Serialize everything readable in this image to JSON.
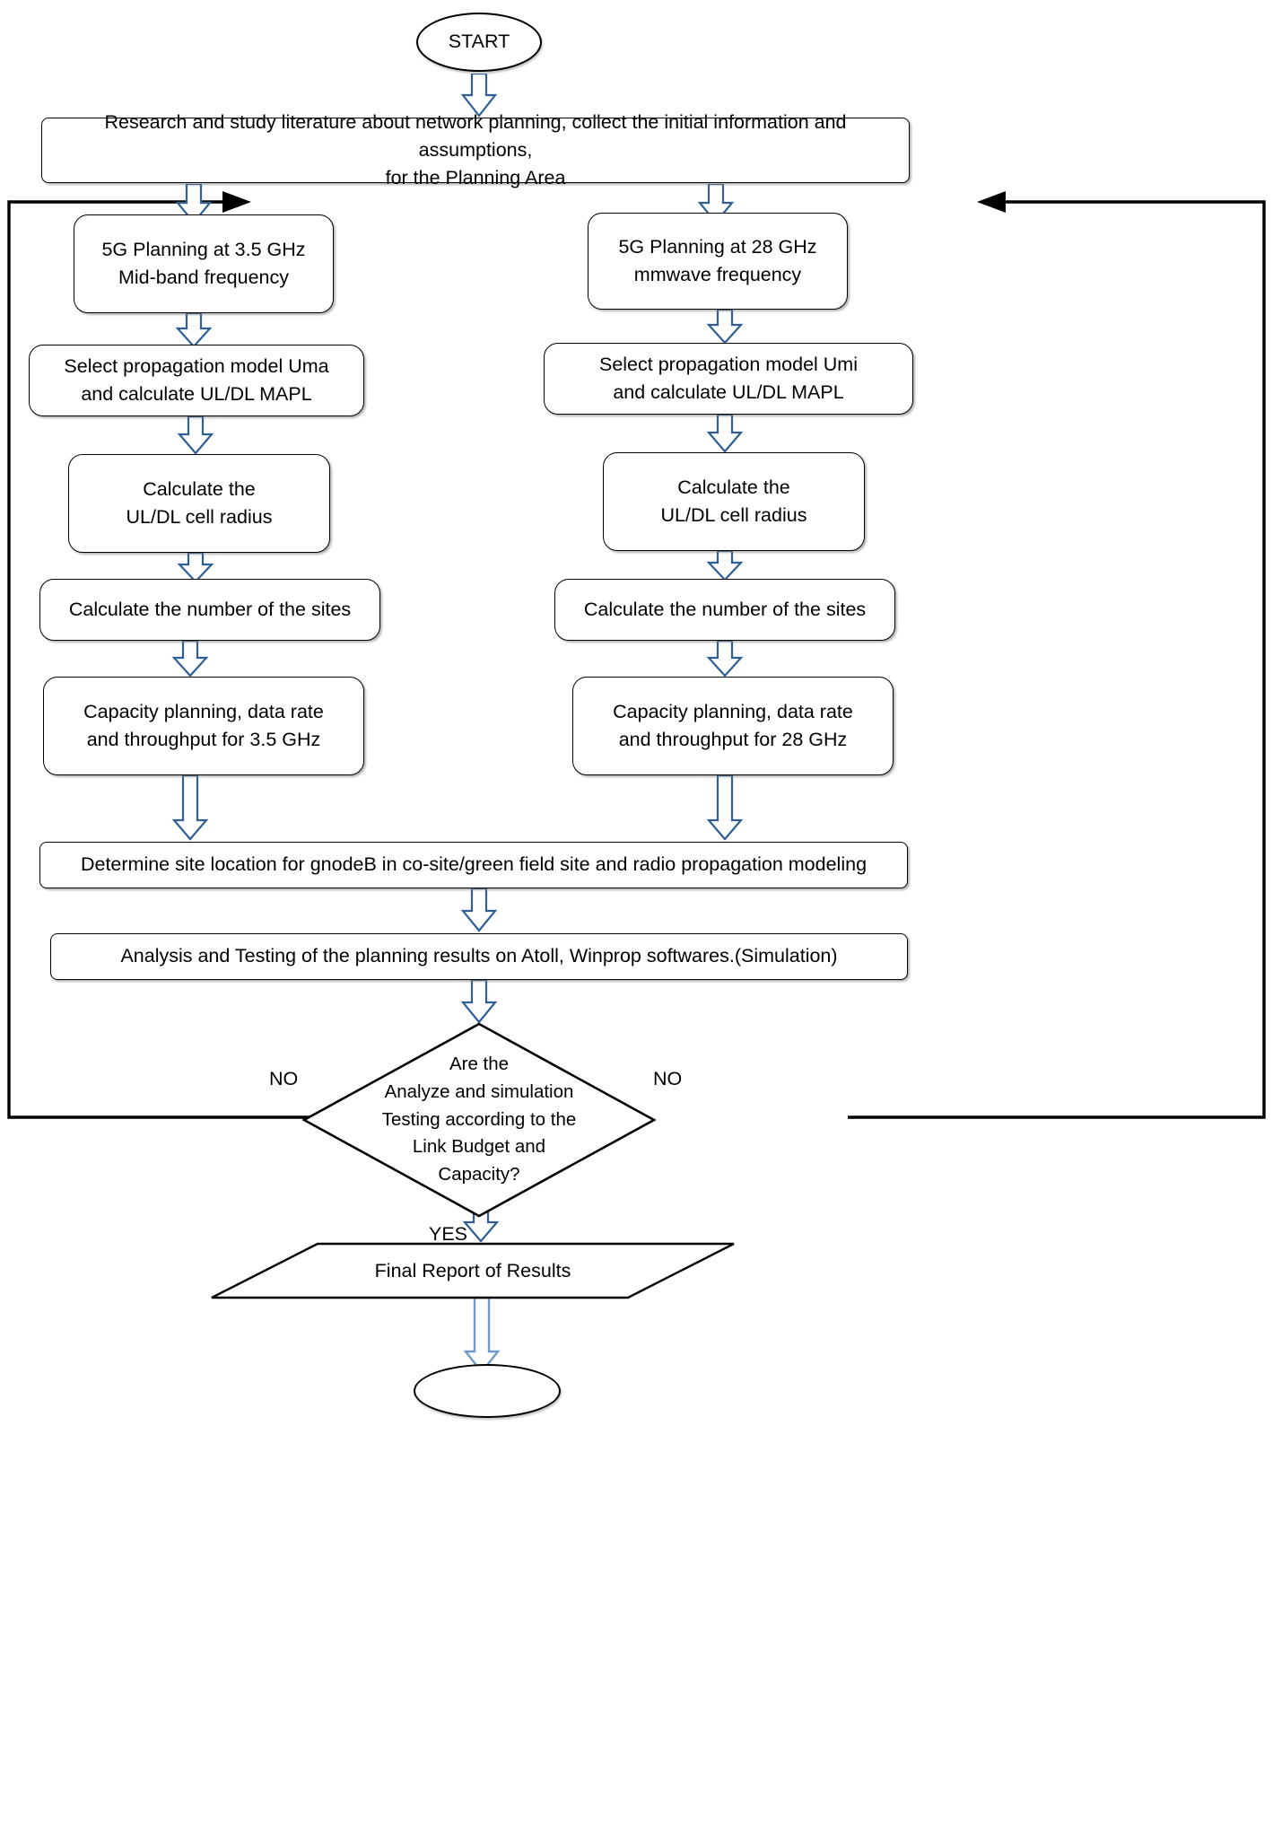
{
  "diagram": {
    "title": "5G Network Planning Flowchart",
    "colors": {
      "arrow_stroke": "#2E5F96",
      "arrow_fill": "#ffffff",
      "arrow_fill_light": "#8FB3D9",
      "node_border": "#000000",
      "line": "#000000",
      "background": "#ffffff"
    },
    "nodes": {
      "start": {
        "label": "START",
        "shape": "ellipse"
      },
      "research": {
        "label": "Research and study literature about network planning, collect the initial information and assumptions,\nfor the Planning Area",
        "shape": "rounded-rect"
      },
      "left_branch": {
        "plan": {
          "label": "5G Planning at 3.5 GHz\nMid-band frequency",
          "shape": "rounded-rect"
        },
        "propagation": {
          "label": "Select propagation model Uma\nand calculate UL/DL MAPL",
          "shape": "rounded-rect"
        },
        "radius": {
          "label": "Calculate the\nUL/DL cell radius",
          "shape": "rounded-rect"
        },
        "sites": {
          "label": "Calculate the number of the sites",
          "shape": "rounded-rect"
        },
        "capacity": {
          "label": "Capacity planning, data rate\nand  throughput for 3.5 GHz",
          "shape": "rounded-rect"
        }
      },
      "right_branch": {
        "plan": {
          "label": "5G Planning at 28 GHz\nmmwave frequency",
          "shape": "rounded-rect"
        },
        "propagation": {
          "label": "Select  propagation model  Umi\nand calculate UL/DL MAPL",
          "shape": "rounded-rect"
        },
        "radius": {
          "label": "Calculate the\nUL/DL cell radius",
          "shape": "rounded-rect"
        },
        "sites": {
          "label": "Calculate the number of the sites",
          "shape": "rounded-rect"
        },
        "capacity": {
          "label": "Capacity planning, data rate\nand  throughput for 28 GHz",
          "shape": "rounded-rect"
        }
      },
      "site_location": {
        "label": "Determine site location for gnodeB in co-site/green field site and radio propagation modeling",
        "shape": "rounded-rect"
      },
      "analysis": {
        "label": "Analysis and Testing of the planning results on Atoll, Winprop softwares.(Simulation)",
        "shape": "rounded-rect"
      },
      "decision": {
        "label": "Are the\nAnalyze and simulation\nTesting according to the\nLink Budget and\nCapacity?",
        "shape": "diamond"
      },
      "final_report": {
        "label": "Final Report of Results",
        "shape": "parallelogram"
      },
      "end": {
        "label": "",
        "shape": "ellipse"
      }
    },
    "edge_labels": {
      "no_left": "NO",
      "no_right": "NO",
      "yes": "YES"
    }
  }
}
